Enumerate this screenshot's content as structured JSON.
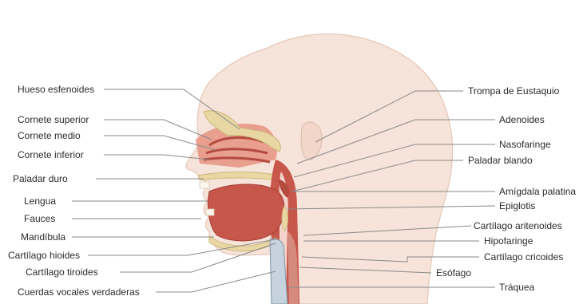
{
  "labels_left": [
    "Hueso esfenoides",
    "Cornete superior",
    "Cornete medio",
    "Cornete inferior",
    "Paladar duro",
    "Lengua",
    "Fauces",
    "Mandíbula",
    "Cartílago hioides",
    "Cartílago tiroides",
    "Cuerdas vocales verdaderas"
  ],
  "labels_right": [
    "Trompa de Eustaquio",
    "Adenoides",
    "Nasofaringe",
    "Paladar blando",
    "Amígdala palatina",
    "Epiglotis",
    "Cartílago aritenoides",
    "Hipofaringe",
    "Cartílago cricoides",
    "Esófago",
    "Tráquea"
  ],
  "colors": {
    "skin": "#f6e3d9",
    "skin_outline": "#e3c8b8",
    "muscle": "#c8574b",
    "muscle_dark": "#a33b33",
    "bone": "#e8d7a2",
    "airway": "#f3d4cc",
    "leader": "#8a8a8a"
  }
}
